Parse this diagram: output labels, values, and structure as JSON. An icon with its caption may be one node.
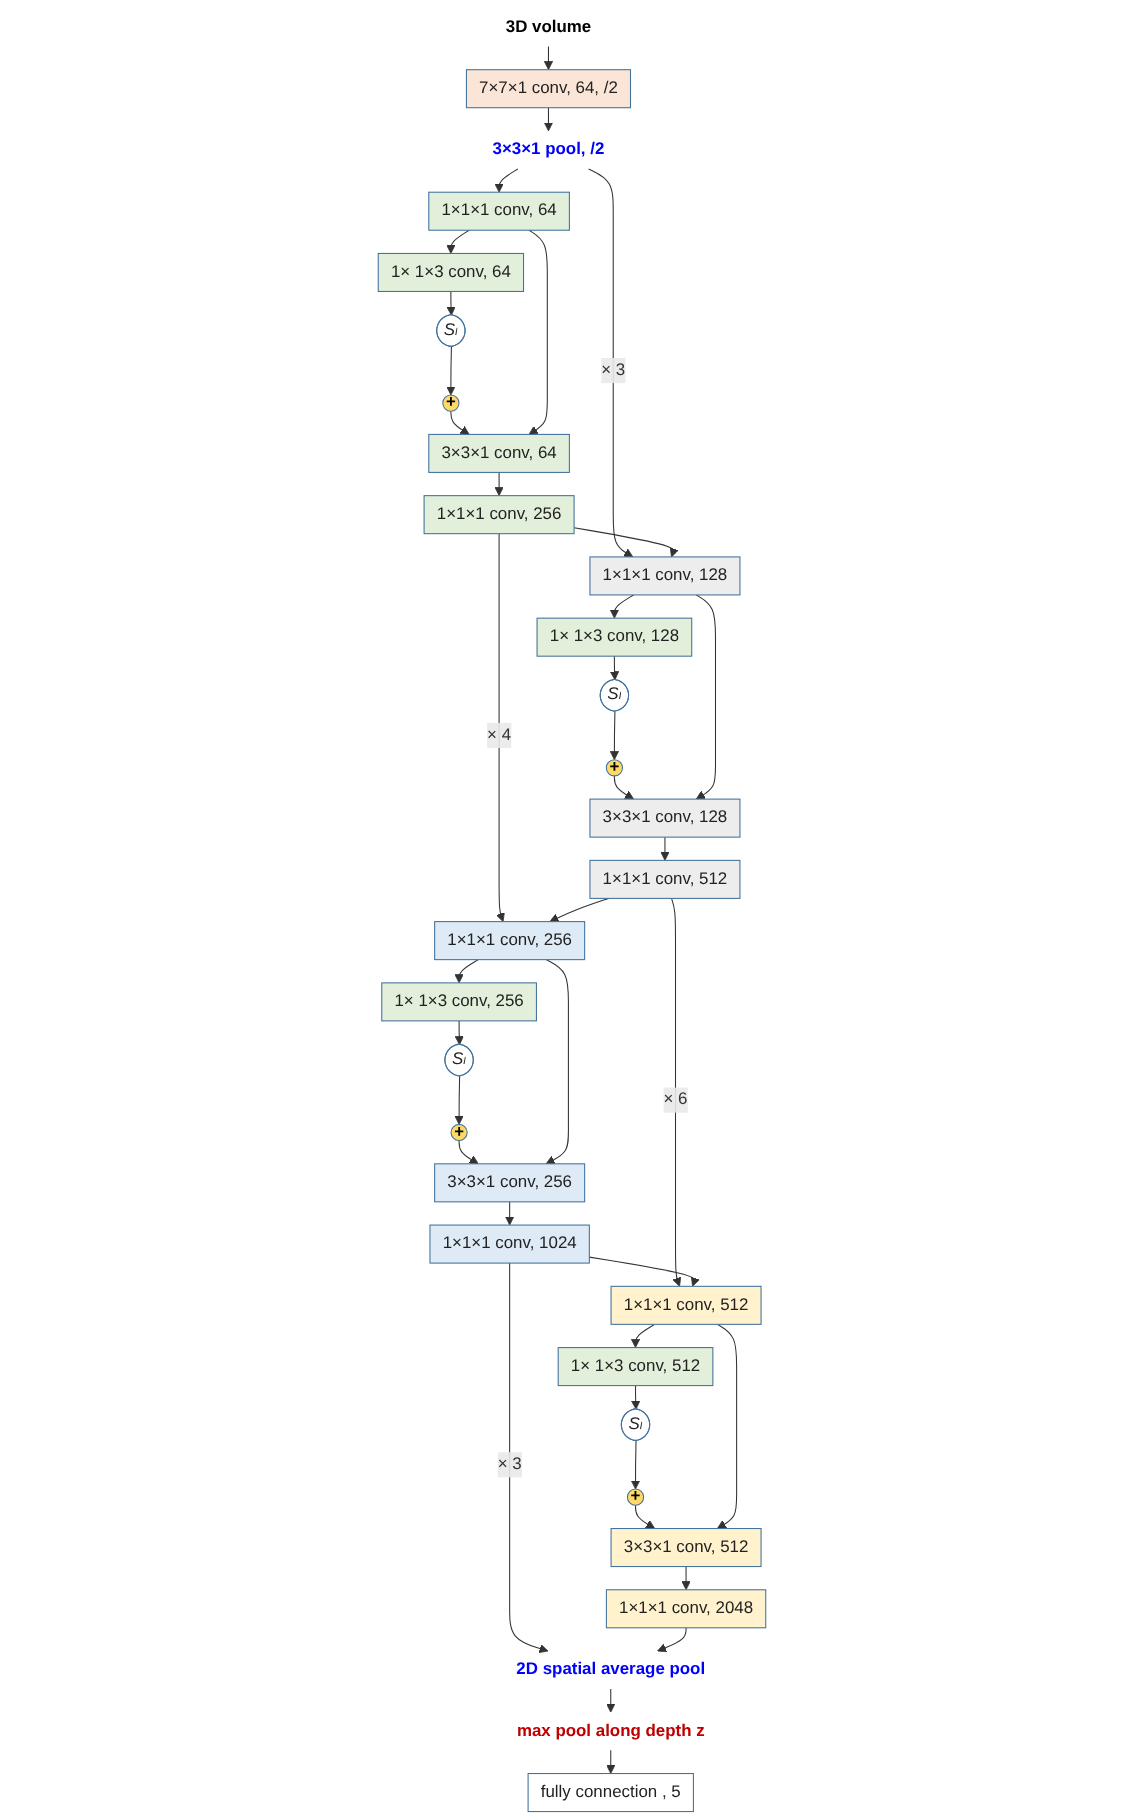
{
  "diagram": {
    "nodes": [
      {
        "text": [
          "3D volume"
        ]
      },
      {
        "text": [
          "7×7×1 conv, 64, /2"
        ]
      },
      {
        "text": [
          "3×3×1 pool, /2"
        ]
      },
      {
        "text": [
          "1×1×1 conv, 64"
        ]
      },
      {
        "text": [
          "1× 1×3 conv, 64"
        ]
      },
      {
        "text": [
          "+"
        ]
      },
      {
        "text": [
          "3×3×1 conv, 64"
        ]
      },
      {
        "text": [
          "Sₗ"
        ]
      },
      {
        "text": [
          "1×1×1 conv, 256"
        ]
      },
      {
        "text": [
          "1×1×1 conv, 128"
        ]
      },
      {
        "text": [
          "1× 1×3 conv, 128"
        ]
      },
      {
        "text": [
          "+"
        ]
      },
      {
        "text": [
          "3×3×1 conv, 128"
        ]
      },
      {
        "text": [
          "Sₗ"
        ]
      },
      {
        "text": [
          "1×1×1 conv, 512"
        ]
      },
      {
        "text": [
          "1×1×1 conv, 256"
        ]
      },
      {
        "text": [
          "1× 1×3 conv, 256"
        ]
      },
      {
        "text": [
          "+"
        ]
      },
      {
        "text": [
          "3×3×1 conv, 256"
        ]
      },
      {
        "text": [
          "Sₗ"
        ]
      },
      {
        "text": [
          "1×1×1 conv, 1024"
        ]
      },
      {
        "text": [
          "1×1×1 conv, 512"
        ]
      },
      {
        "text": [
          "1× 1×3 conv, 512"
        ]
      },
      {
        "text": [
          "+"
        ]
      },
      {
        "text": [
          "3×3×1 conv, 512"
        ]
      },
      {
        "text": [
          "Sₗ"
        ]
      },
      {
        "text": [
          "1×1×1 conv, 2048"
        ]
      },
      {
        "text": [
          "2D spatial average pool"
        ]
      },
      {
        "text": [
          "max pool along depth  z"
        ]
      },
      {
        "text": [
          "fully connection , 5"
        ]
      }
    ],
    "edges": [
      {
        "from": 0,
        "to": 1,
        "arrow": "to"
      },
      {
        "from": 1,
        "to": 2,
        "arrow": "to"
      },
      {
        "from": 2,
        "to": 3,
        "arrow": "to"
      },
      {
        "from": 3,
        "to": 4,
        "arrow": "to"
      },
      {
        "from": 4,
        "to": 7,
        "arrow": "to"
      },
      {
        "from": 7,
        "to": 5,
        "arrow": "to"
      },
      {
        "from": 5,
        "to": 6,
        "arrow": "to"
      },
      {
        "from": 3,
        "to": 6,
        "arrow": "to"
      },
      {
        "from": 6,
        "to": 8,
        "arrow": "to"
      },
      {
        "from": 2,
        "to": 9,
        "arrow": "to",
        "label": "× 3"
      },
      {
        "from": 8,
        "to": 9,
        "arrow": "to"
      },
      {
        "from": 9,
        "to": 10,
        "arrow": "to"
      },
      {
        "from": 10,
        "to": 13,
        "arrow": "to"
      },
      {
        "from": 13,
        "to": 11,
        "arrow": "to"
      },
      {
        "from": 11,
        "to": 12,
        "arrow": "to"
      },
      {
        "from": 9,
        "to": 12,
        "arrow": "to"
      },
      {
        "from": 12,
        "to": 14,
        "arrow": "to"
      },
      {
        "from": 8,
        "to": 15,
        "arrow": "to",
        "label": "× 4"
      },
      {
        "from": 14,
        "to": 15,
        "arrow": "to"
      },
      {
        "from": 15,
        "to": 16,
        "arrow": "to"
      },
      {
        "from": 16,
        "to": 19,
        "arrow": "to"
      },
      {
        "from": 19,
        "to": 17,
        "arrow": "to"
      },
      {
        "from": 17,
        "to": 18,
        "arrow": "to"
      },
      {
        "from": 15,
        "to": 18,
        "arrow": "to"
      },
      {
        "from": 18,
        "to": 20,
        "arrow": "to"
      },
      {
        "from": 14,
        "to": 21,
        "arrow": "to",
        "label": "× 6"
      },
      {
        "from": 20,
        "to": 21,
        "arrow": "to"
      },
      {
        "from": 21,
        "to": 22,
        "arrow": "to"
      },
      {
        "from": 22,
        "to": 25,
        "arrow": "to"
      },
      {
        "from": 25,
        "to": 23,
        "arrow": "to"
      },
      {
        "from": 23,
        "to": 24,
        "arrow": "to"
      },
      {
        "from": 21,
        "to": 24,
        "arrow": "to"
      },
      {
        "from": 24,
        "to": 26,
        "arrow": "to"
      },
      {
        "from": 20,
        "to": 27,
        "arrow": "to",
        "label": "× 3"
      },
      {
        "from": 26,
        "to": 27,
        "arrow": "to"
      },
      {
        "from": 27,
        "to": 28,
        "arrow": "to"
      },
      {
        "from": 28,
        "to": 29,
        "arrow": "to"
      }
    ]
  }
}
